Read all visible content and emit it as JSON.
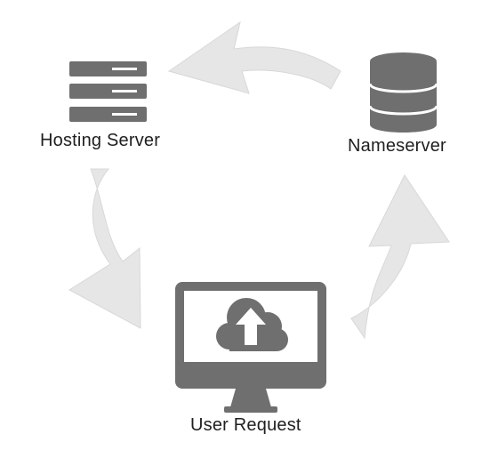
{
  "nodes": {
    "hosting": {
      "label": "Hosting Server",
      "icon": "server-rack-icon"
    },
    "nameserver": {
      "label": "Nameserver",
      "icon": "database-icon"
    },
    "user": {
      "label": "User Request",
      "icon": "monitor-cloud-upload-icon"
    }
  },
  "colors": {
    "icon": "#6f6f6f",
    "arrow": "#e6e6e6",
    "arrow_edge": "#d8d8d8",
    "text": "#1f1f1f"
  }
}
